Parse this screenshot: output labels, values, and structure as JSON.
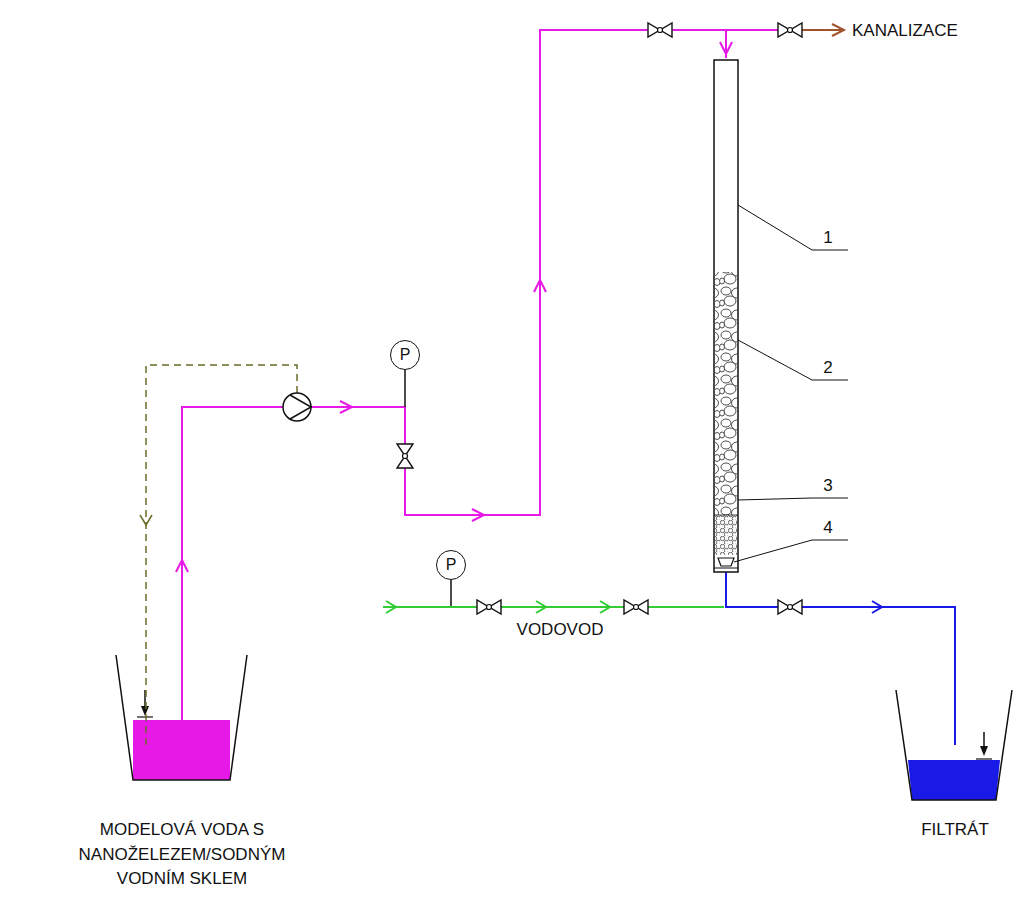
{
  "diagram": {
    "nodes": [
      {
        "text": [
          "P"
        ]
      },
      {
        "text": [
          "P"
        ]
      }
    ],
    "labels": [
      "KANALIZACE",
      "1",
      "2",
      "3",
      "4",
      "VODOVOD",
      "MODELOVÁ VODA S NANOŽELEZEM/SODNÝM VODNÍM SKLEM",
      "FILTRÁT"
    ]
  }
}
